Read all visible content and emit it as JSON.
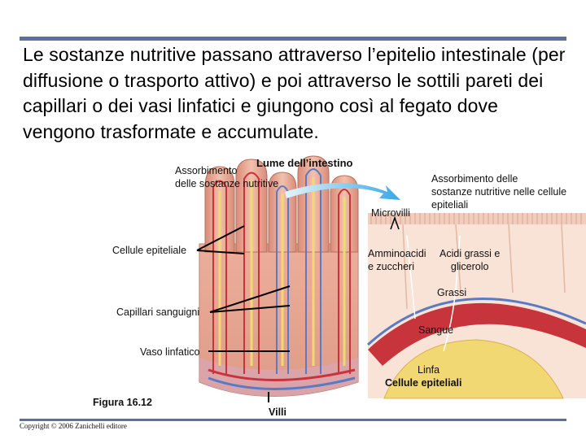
{
  "slide_text": "Le sostanze nutritive passano attraverso l’epitelio intestinale (per diffusione o trasporto attivo) e poi attraverso le sottili pareti dei capillari o dei vasi linfatici e giungono così al fegato dove vengono trasformate e accumulate.",
  "diagram": {
    "lume": "Lume dell’intestino",
    "assorbimento_line1": "Assorbimento",
    "assorbimento_line2": "delle sostanze nutritive",
    "assorb_cell_line1": "Assorbimento delle",
    "assorb_cell_line2": "sostanze nutritive nelle cellule",
    "assorb_cell_line3": "epiteliali",
    "microvilli": "Microvilli",
    "cellule_epiteliale": "Cellule epiteliale",
    "amminoacidi_line1": "Amminoacidi",
    "amminoacidi_line2": "e zuccheri",
    "acidi_line1": "Acidi grassi e",
    "acidi_line2": "glicerolo",
    "grassi": "Grassi",
    "capillari": "Capillari sanguigni",
    "sangue": "Sangue",
    "vaso": "Vaso linfatico",
    "linfa": "Linfa",
    "cellule_epiteliali": "Cellule epiteliali",
    "figura": "Figura 16.12",
    "villi": "Villi"
  },
  "copyright": "Copyright © 2006 Zanichelli editore",
  "colors": {
    "rule": "#5f6fa0",
    "tissue": "#e7a792",
    "tissue_dark": "#c7735f",
    "blood": "#c8343c",
    "lymph": "#f2d873",
    "vein": "#5a7bc4",
    "arrow": "#39a7e6",
    "leader": "#000000"
  }
}
